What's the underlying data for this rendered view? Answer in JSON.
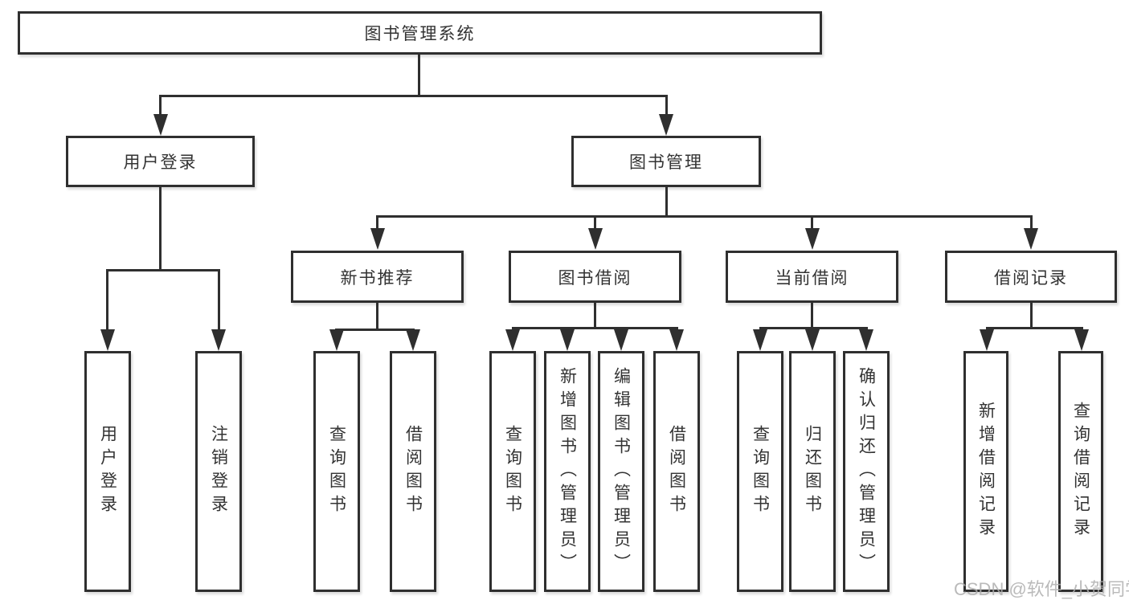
{
  "diagram_title": "图书管理系统",
  "colors": {
    "line": "#2f2f2f",
    "text": "#333333",
    "background": "#ffffff",
    "watermark": "#aeaeae"
  },
  "tree": {
    "root": {
      "label": "图书管理系统",
      "children": [
        {
          "label": "用户登录",
          "children": [
            {
              "label": "用户登录"
            },
            {
              "label": "注销登录"
            }
          ]
        },
        {
          "label": "图书管理",
          "children": [
            {
              "label": "新书推荐",
              "children": [
                {
                  "label": "查询图书"
                },
                {
                  "label": "借阅图书"
                }
              ]
            },
            {
              "label": "图书借阅",
              "children": [
                {
                  "label": "查询图书"
                },
                {
                  "label": "新增图书（管理员）"
                },
                {
                  "label": "编辑图书（管理员）"
                },
                {
                  "label": "借阅图书"
                }
              ]
            },
            {
              "label": "当前借阅",
              "children": [
                {
                  "label": "查询图书"
                },
                {
                  "label": "归还图书"
                },
                {
                  "label": "确认归还（管理员）"
                }
              ]
            },
            {
              "label": "借阅记录",
              "children": [
                {
                  "label": "新增借阅记录"
                },
                {
                  "label": "查询借阅记录"
                }
              ]
            }
          ]
        }
      ]
    }
  },
  "watermark": {
    "text": "CSDN @软件_小贺同学"
  }
}
